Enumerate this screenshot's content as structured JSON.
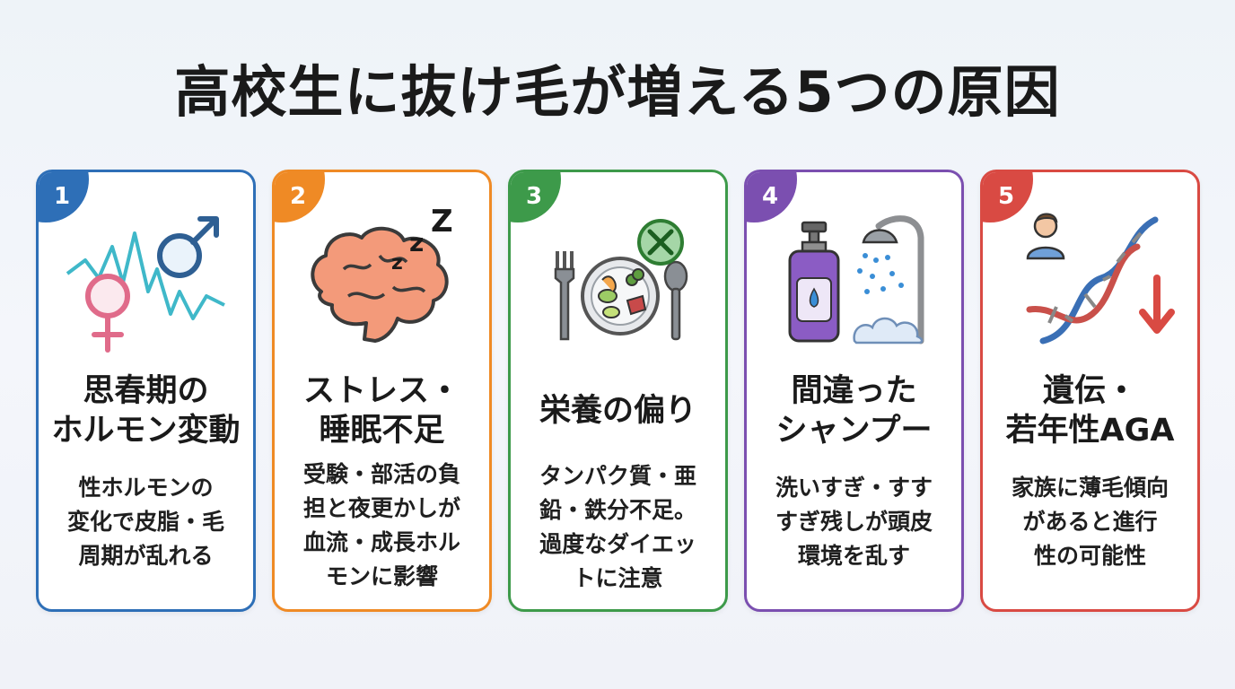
{
  "title": "高校生に抜け毛が増える5つの原因",
  "cards": [
    {
      "number": "1",
      "color": "#2e6fb7",
      "icon": "hormone-symbols-icon",
      "heading_lines": [
        "思春期の",
        "ホルモン変動"
      ],
      "desc_lines": [
        "性ホルモンの",
        "変化で皮脂・毛",
        "周期が乱れる"
      ]
    },
    {
      "number": "2",
      "color": "#ef8a25",
      "icon": "sleepy-brain-icon",
      "heading_lines": [
        "ストレス・",
        "睡眠不足"
      ],
      "desc_lines": [
        "受験・部活の負",
        "担と夜更かしが",
        "血流・成長ホル",
        "モンに影響"
      ]
    },
    {
      "number": "3",
      "color": "#3d9a4a",
      "icon": "unbalanced-meal-icon",
      "heading_lines": [
        "栄養の偏り"
      ],
      "desc_lines": [
        "タンパク質・亜",
        "鉛・鉄分不足。",
        "過度なダイエッ",
        "トに注意"
      ]
    },
    {
      "number": "4",
      "color": "#7b4fb0",
      "icon": "shampoo-shower-icon",
      "heading_lines": [
        "間違った",
        "シャンプー"
      ],
      "desc_lines": [
        "洗いすぎ・すす",
        "すぎ残しが頭皮",
        "環境を乱す"
      ]
    },
    {
      "number": "5",
      "color": "#d94a43",
      "icon": "dna-heredity-icon",
      "heading_lines": [
        "遺伝・",
        "若年性AGA"
      ],
      "desc_lines": [
        "家族に薄毛傾向",
        "があると進行",
        "性の可能性"
      ]
    }
  ]
}
